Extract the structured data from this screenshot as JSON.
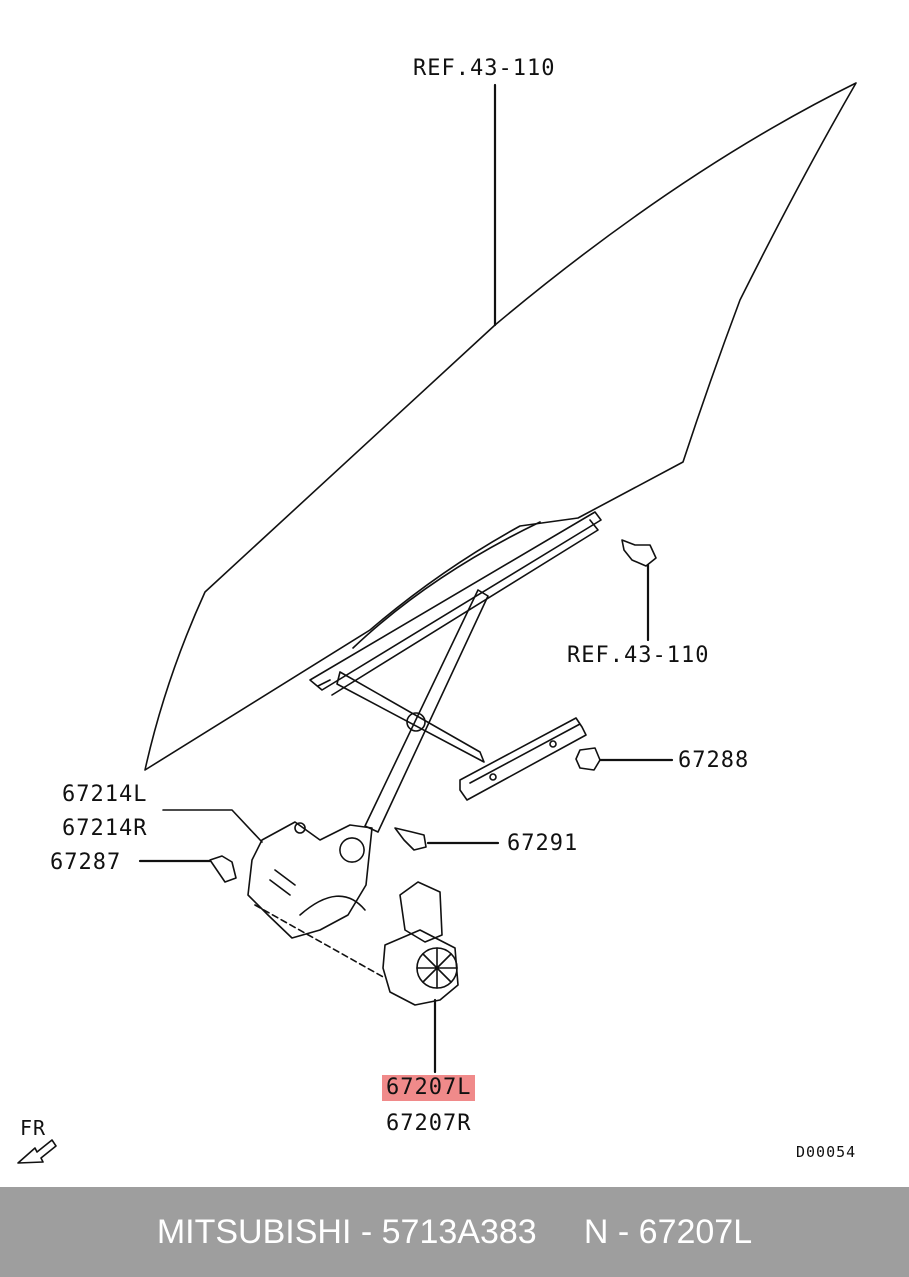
{
  "labels": {
    "ref_top": "REF.43-110",
    "ref_mid": "REF.43-110",
    "p67288": "67288",
    "p67214L": "67214L",
    "p67214R": "67214R",
    "p67291": "67291",
    "p67287": "67287",
    "p67207L": "67207L",
    "p67207R": "67207R",
    "fr": "FR",
    "diagram_code": "D00054"
  },
  "footer": {
    "text": "MITSUBISHI - 5713A383     N - 67207L"
  },
  "colors": {
    "highlight": "#f08a8a",
    "footer_bg": "#9e9e9e",
    "line": "#111111"
  }
}
